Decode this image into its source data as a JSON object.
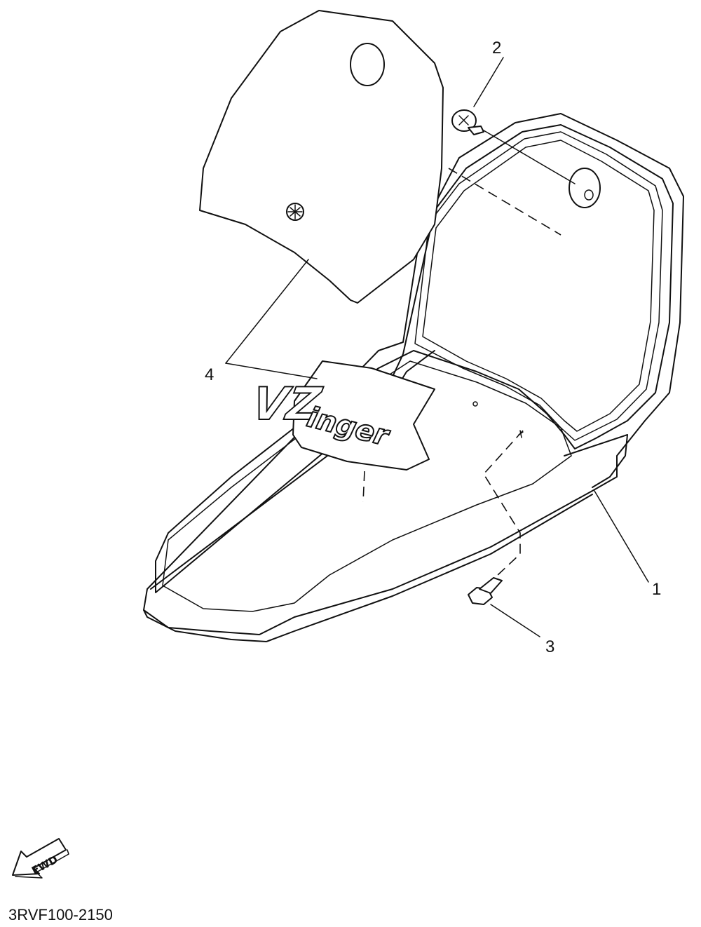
{
  "diagram": {
    "callouts": [
      {
        "id": "1",
        "label": "1"
      },
      {
        "id": "2",
        "label": "2"
      },
      {
        "id": "3",
        "label": "3"
      },
      {
        "id": "4",
        "label": "4"
      }
    ],
    "decal": {
      "letters_top": "VZ",
      "letters_bottom": "inger"
    },
    "fwd_arrow": {
      "label": "FWD"
    },
    "figure_code": "3RVF100-2150"
  }
}
